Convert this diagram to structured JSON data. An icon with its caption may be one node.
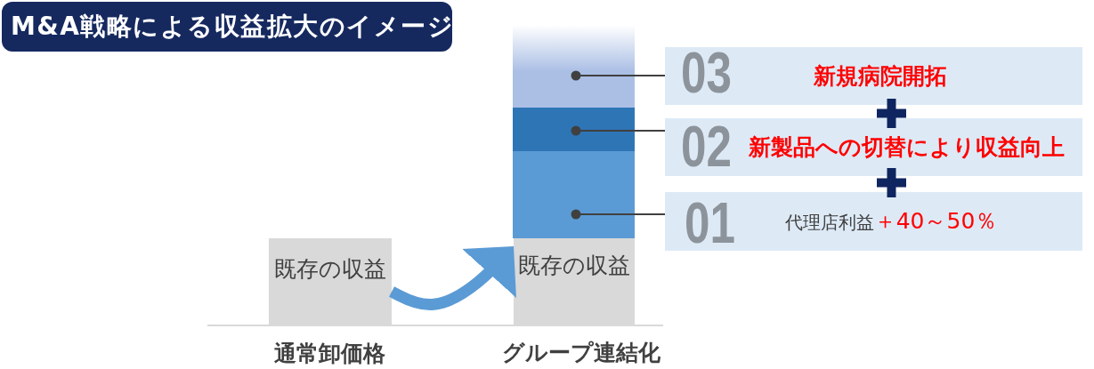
{
  "diagram": {
    "title": "M&A戦略による収益拡大のイメージ",
    "nodes": [
      {
        "text": [
          "既存の収益"
        ],
        "beside": [
          "通常卸価格"
        ]
      },
      {
        "text": [],
        "shape": "bar"
      },
      {
        "text": [],
        "shape": "bar"
      },
      {
        "text": [],
        "shape": "bar"
      },
      {
        "text": [
          "既存の収益"
        ],
        "beside": [
          "グループ連結化"
        ]
      },
      {
        "text": [
          "03",
          "新規病院開拓"
        ]
      },
      {
        "text": [
          "02",
          "新製品への切替により収益向上"
        ]
      },
      {
        "text": [
          "01",
          "代理店利益",
          "＋40～50％"
        ]
      }
    ],
    "edges": [
      {
        "from": 0,
        "to": 4,
        "arrow": "to",
        "style": "thick",
        "color": "#5b9bd5"
      },
      {
        "from": 5,
        "to": 1,
        "arrow": "other"
      },
      {
        "from": 6,
        "to": 2,
        "arrow": "other"
      },
      {
        "from": 7,
        "to": 3,
        "arrow": "other"
      }
    ]
  }
}
